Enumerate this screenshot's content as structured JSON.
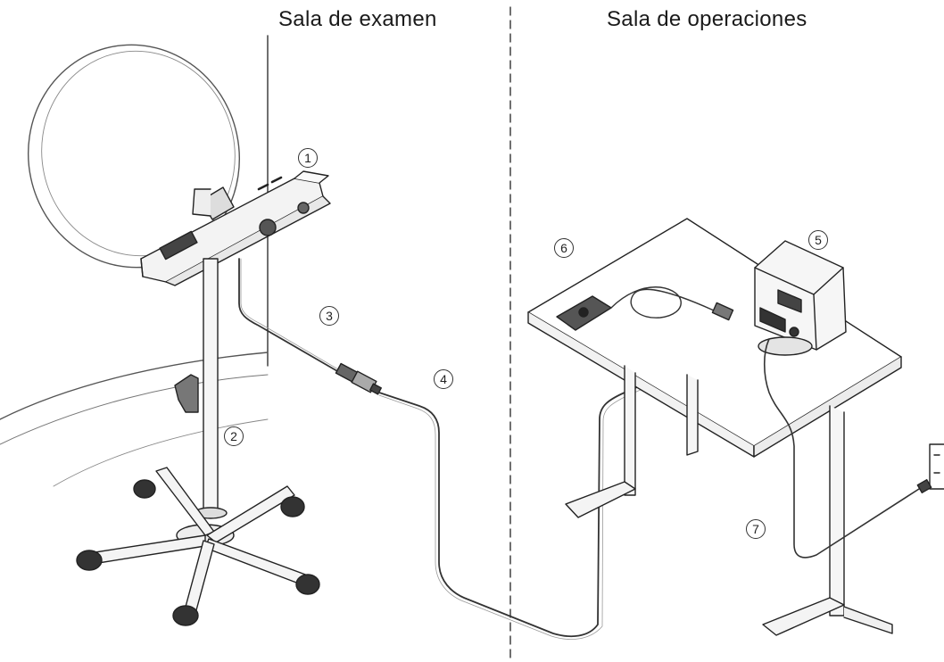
{
  "rooms": {
    "left_title": "Sala de examen",
    "right_title": "Sala de operaciones"
  },
  "callouts": [
    "1",
    "2",
    "3",
    "4",
    "5",
    "6",
    "7"
  ]
}
